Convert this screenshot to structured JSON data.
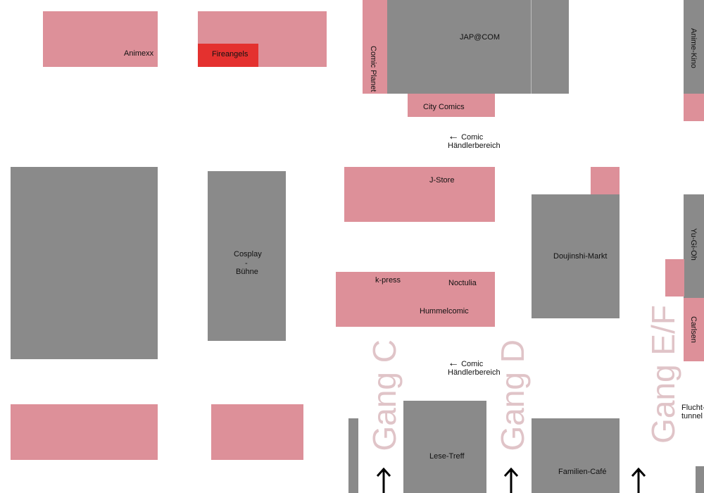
{
  "stands": {
    "animexx": "Animexx",
    "fireangels": "Fireangels",
    "comic_planet": "Comic Planet",
    "japcom": "JAP@COM",
    "city_comics": "City Comics",
    "anime_kino": "Anime-Kino",
    "j_store": "J-Store",
    "cosplay_line1": "Cosplay",
    "cosplay_line2": "-",
    "cosplay_line3": "Bühne",
    "doujinshi": "Doujinshi-Markt",
    "yugioh": "Yu-Gi-Oh",
    "kpress": "k-press",
    "noctulia": "Noctulia",
    "hummelcomic": "Hummelcomic",
    "carlsen": "Carlsen",
    "lese_treff": "Lese-Treff",
    "familien_cafe": "Familien-Café"
  },
  "notes": {
    "comic_area_top_line1": "Comic",
    "comic_area_top_line2": "Händlerbereich",
    "comic_area_bottom_line1": "Comic",
    "comic_area_bottom_line2": "Händlerbereich",
    "escape_line1": "Flucht-",
    "escape_line2": "tunnel"
  },
  "aisles": {
    "c": "Gang C",
    "d": "Gang D",
    "ef": "Gang E/F"
  },
  "colors": {
    "stand": "#dd9099",
    "highlight": "#e4312f",
    "area": "#8a8a8a",
    "aisle_text": "#e0c4c8"
  }
}
